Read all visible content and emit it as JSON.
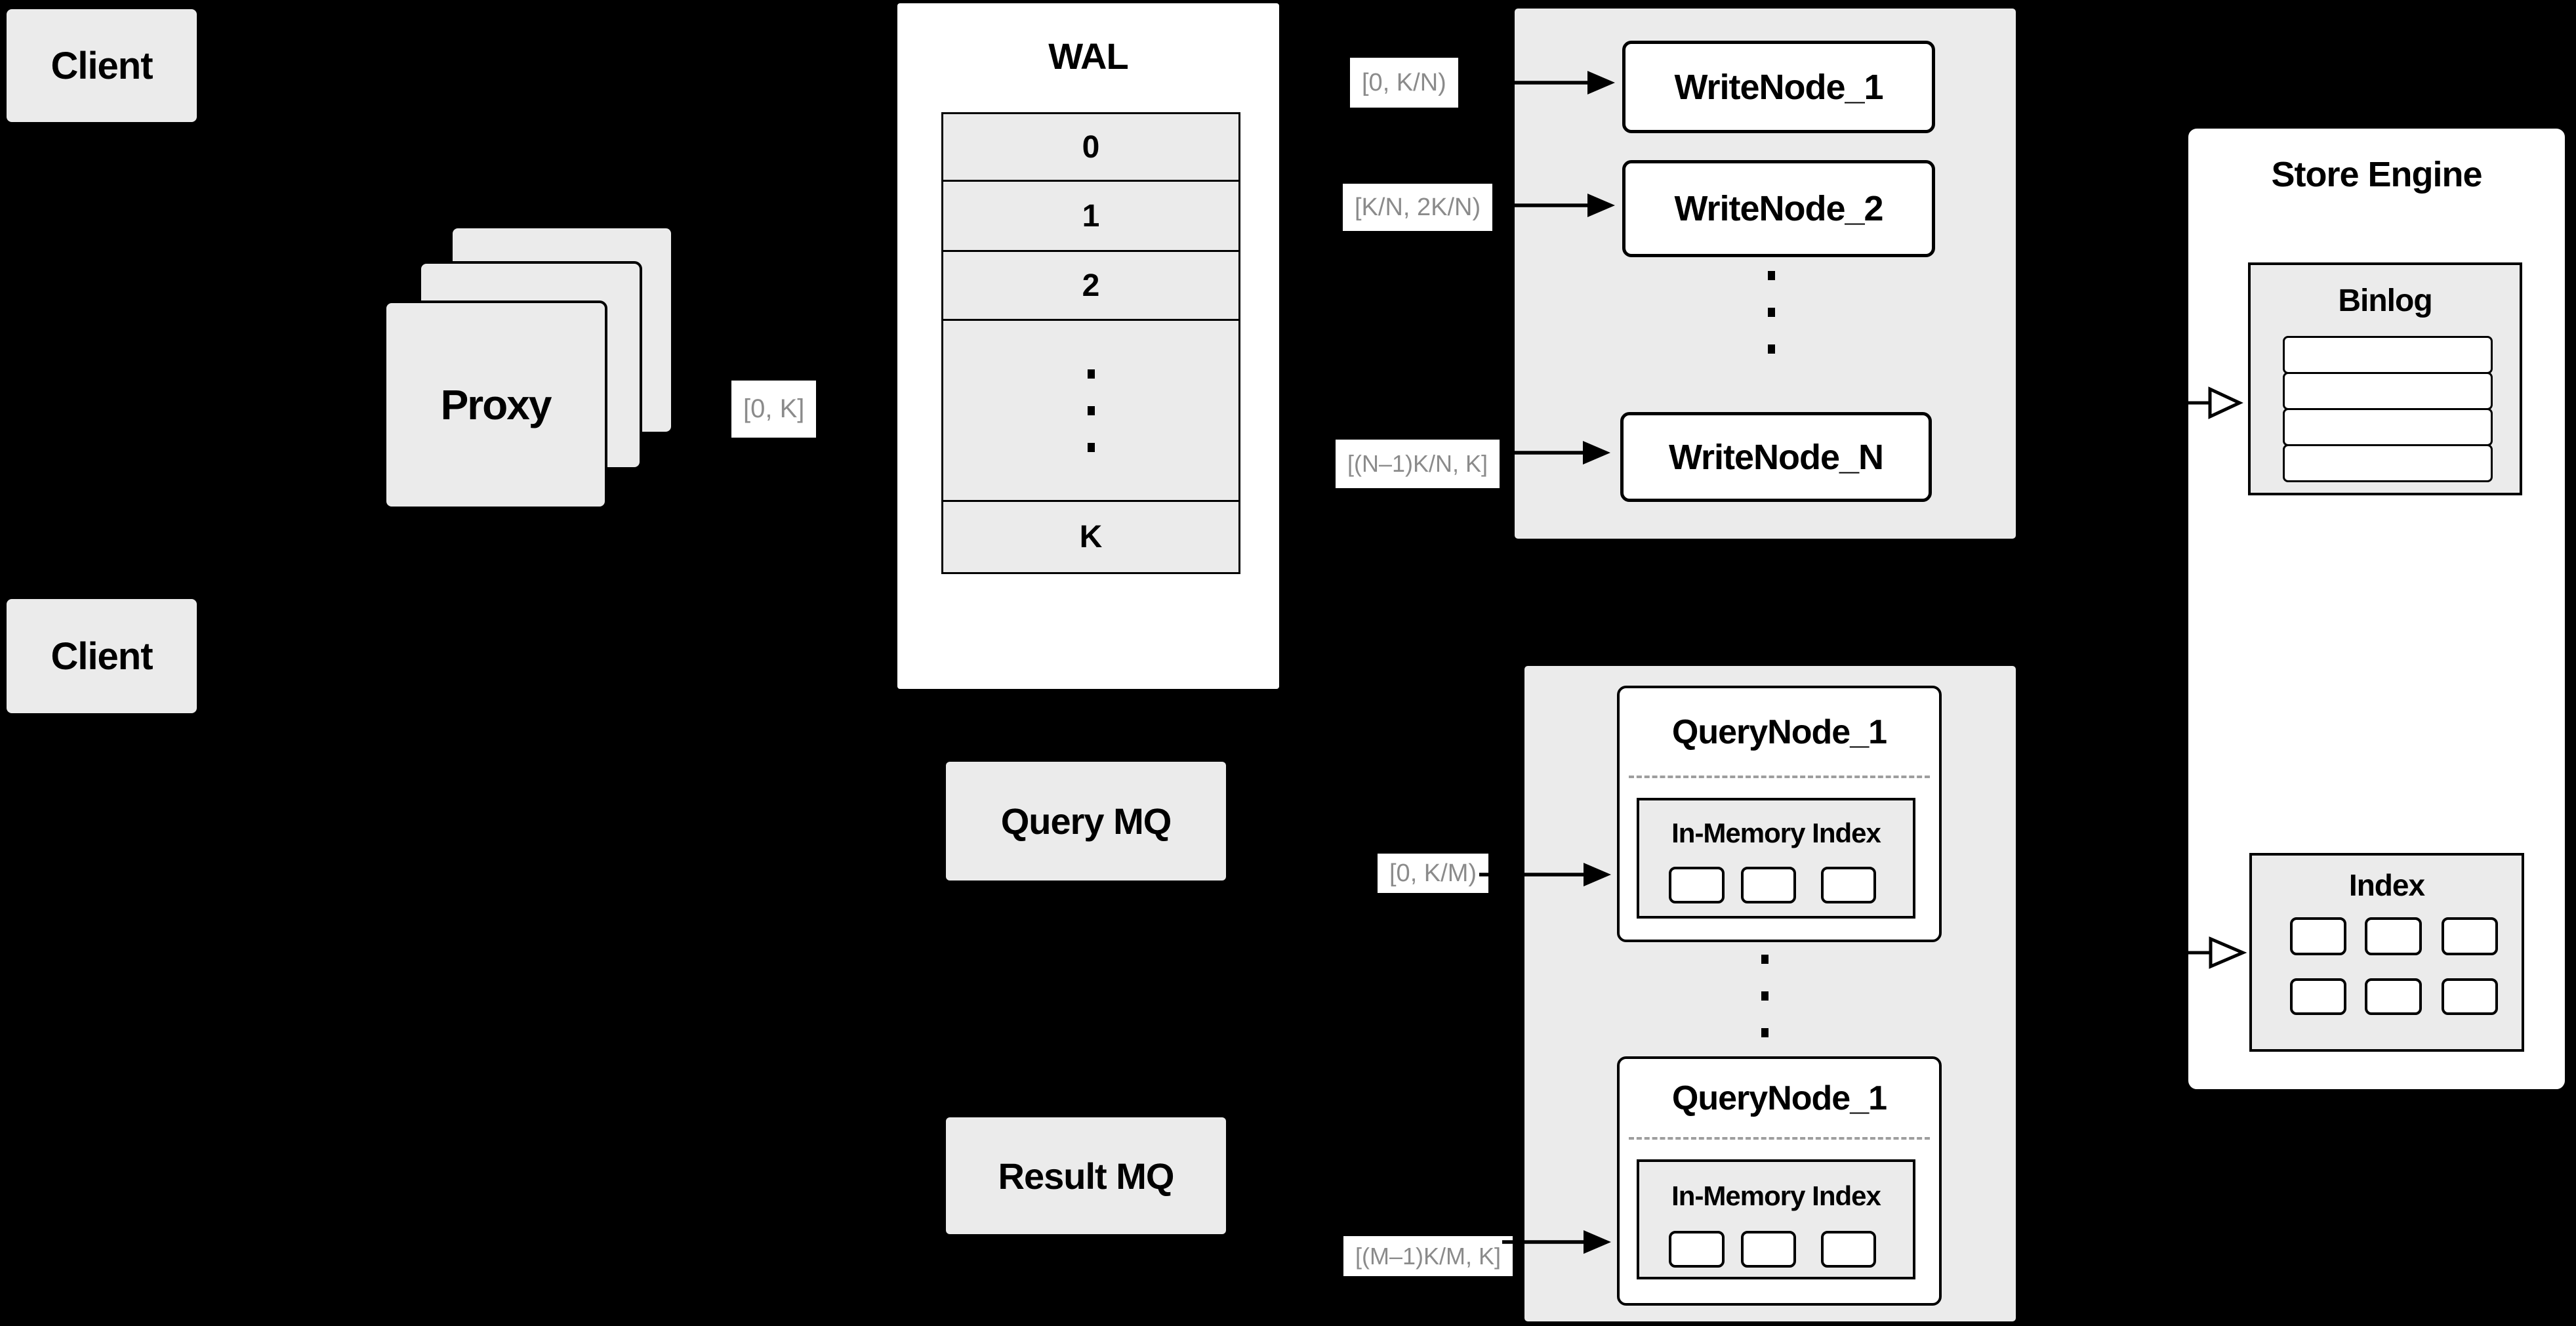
{
  "colors": {
    "background": "#000000",
    "box_gray": "#ebebeb",
    "box_white": "#ffffff",
    "border": "#000000",
    "range_label_text": "#8b8b8b",
    "divider_gray": "#9e9e9e"
  },
  "clients": {
    "top_label": "Client",
    "bottom_label": "Client"
  },
  "proxy": {
    "label": "Proxy",
    "range": "[0, K]"
  },
  "wal": {
    "title": "WAL",
    "segments": [
      "0",
      "1",
      "2",
      "K"
    ]
  },
  "write_group": {
    "nodes": [
      "WriteNode_1",
      "WriteNode_2",
      "WriteNode_N"
    ],
    "ranges": [
      "[0,  K/N)",
      "[K/N, 2K/N)",
      "[(N–1)K/N,  K]"
    ]
  },
  "mq": {
    "query_label": "Query MQ",
    "result_label": "Result MQ"
  },
  "query_group": {
    "node_title_1": "QueryNode_1",
    "node_title_2": "QueryNode_1",
    "in_memory_label_1": "In-Memory Index",
    "in_memory_label_2": "In-Memory Index",
    "ranges": [
      "[0, K/M)",
      "[(M–1)K/M, K]"
    ]
  },
  "store_engine": {
    "title": "Store Engine",
    "binlog_title": "Binlog",
    "index_title": "Index"
  }
}
